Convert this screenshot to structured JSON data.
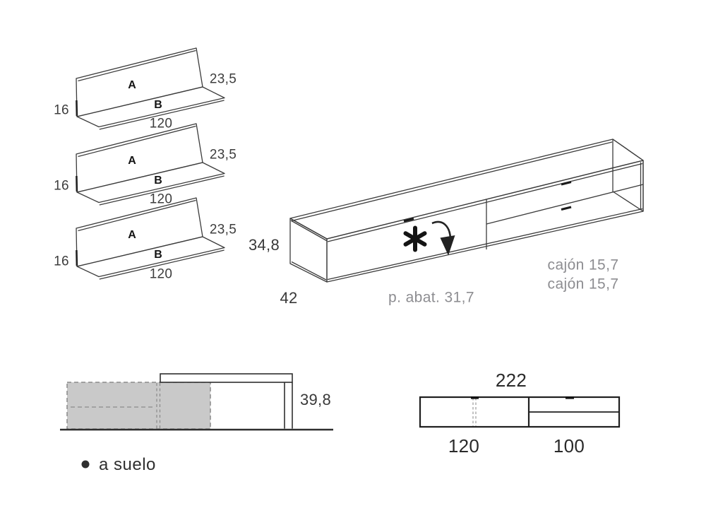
{
  "shelves": [
    {
      "panel_label": "A",
      "shelf_label": "B",
      "height": "16",
      "depth": "23,5",
      "width": "120"
    },
    {
      "panel_label": "A",
      "shelf_label": "B",
      "height": "16",
      "depth": "23,5",
      "width": "120"
    },
    {
      "panel_label": "A",
      "shelf_label": "B",
      "height": "16",
      "depth": "23,5",
      "width": "120"
    }
  ],
  "cabinet": {
    "height": "34,8",
    "depth": "42",
    "flap_label": "p. abat. 31,7",
    "drawer_label_1": "cajón 15,7",
    "drawer_label_2": "cajón 15,7",
    "asterisk_symbol": "✱"
  },
  "side_view": {
    "height": "39,8",
    "legend": "a suelo"
  },
  "front_view": {
    "total_width": "222",
    "left_width": "120",
    "right_width": "100"
  },
  "colors": {
    "line": "#3c3c3c",
    "dark_line": "#1f1f1f",
    "gray_text": "#8d8d91",
    "gray_fill": "#c9c9c9"
  }
}
